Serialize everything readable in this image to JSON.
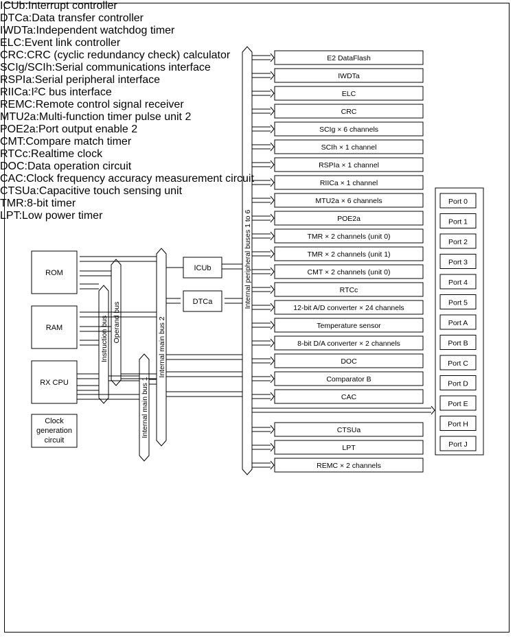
{
  "blocks": {
    "rom": "ROM",
    "ram": "RAM",
    "rx_cpu": "RX CPU",
    "clock": [
      "Clock",
      "generation",
      "circuit"
    ],
    "icu": "ICUb",
    "dtc": "DTCa"
  },
  "buses": {
    "instruction": "Instruction bus",
    "operand": "Operand bus",
    "main1": "Internal main bus 1",
    "main2": "Internal main bus 2",
    "peripheral": "Internal peripheral buses 1 to 6"
  },
  "peripherals": [
    "E2 DataFlash",
    "IWDTa",
    "ELC",
    "CRC",
    "SCIg × 6 channels",
    "SCIh × 1 channel",
    "RSPIa × 1 channel",
    "RIICa × 1 channel",
    "MTU2a × 6 channels",
    "POE2a",
    "TMR × 2 channels (unit 0)",
    "TMR × 2 channels (unit 1)",
    "CMT × 2 channels (unit 0)",
    "RTCc",
    "12-bit A/D converter × 24 channels",
    "Temperature sensor",
    "8-bit D/A converter × 2 channels",
    "DOC",
    "Comparator B",
    "CAC",
    "CTSUa",
    "LPT",
    "REMC × 2 channels"
  ],
  "ports": [
    "Port 0",
    "Port 1",
    "Port 2",
    "Port 3",
    "Port 4",
    "Port 5",
    "Port A",
    "Port B",
    "Port C",
    "Port D",
    "Port E",
    "Port H",
    "Port J"
  ],
  "legend_left": [
    {
      "abbr": "ICUb:",
      "desc": "Interrupt controller"
    },
    {
      "abbr": "DTCa:",
      "desc": "Data transfer controller"
    },
    {
      "abbr": "IWDTa:",
      "desc": "Independent watchdog timer"
    },
    {
      "abbr": "ELC:",
      "desc": "Event link controller"
    },
    {
      "abbr": "CRC:",
      "desc": "CRC (cyclic redundancy check) calculator"
    },
    {
      "abbr": "SCIg/SCIh:",
      "desc": "Serial communications interface"
    },
    {
      "abbr": "RSPIa:",
      "desc": "Serial peripheral interface"
    },
    {
      "abbr": "RIICa:",
      "desc": "I²C bus interface"
    },
    {
      "abbr": "REMC:",
      "desc": "Remote control signal receiver"
    }
  ],
  "legend_right": [
    {
      "abbr": "MTU2a:",
      "desc": "Multi-function timer pulse unit 2"
    },
    {
      "abbr": "POE2a:",
      "desc": "Port output enable 2"
    },
    {
      "abbr": "CMT:",
      "desc": "Compare match timer"
    },
    {
      "abbr": "RTCc:",
      "desc": "Realtime clock"
    },
    {
      "abbr": "DOC:",
      "desc": "Data operation circuit"
    },
    {
      "abbr": "CAC:",
      "desc": "Clock frequency accuracy measurement circuit"
    },
    {
      "abbr": "CTSUa:",
      "desc": "Capacitive touch sensing unit"
    },
    {
      "abbr": "TMR:",
      "desc": "8-bit timer"
    },
    {
      "abbr": "LPT:",
      "desc": "Low power timer"
    }
  ]
}
